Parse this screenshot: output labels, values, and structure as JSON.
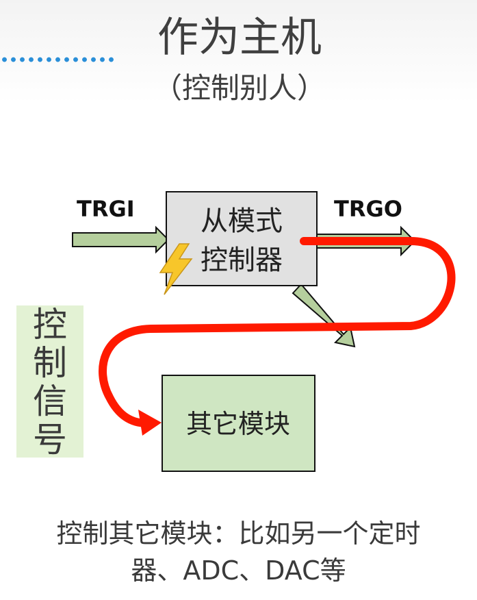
{
  "header": {
    "title": "作为主机",
    "subtitle": "（控制别人）"
  },
  "diagram": {
    "trgi_label": "TRGI",
    "trgo_label": "TRGO",
    "slave_line1": "从模式",
    "slave_line2": "控制器",
    "other_module": "其它模块",
    "side_chars": [
      "控",
      "制",
      "信",
      "号"
    ]
  },
  "footer": {
    "line1": "控制其它模块：比如另一个定时",
    "line2": "器、ADC、DAC等"
  },
  "colors": {
    "accent_dots": "#2a8fd8",
    "arrow_fill": "#b5cf9d",
    "signal_path": "#ff1a00",
    "slave_box": "#e1e1e1",
    "module_box": "#cfe6c2",
    "side_panel": "#e3f2d4",
    "lightning": "#f7c62a"
  }
}
